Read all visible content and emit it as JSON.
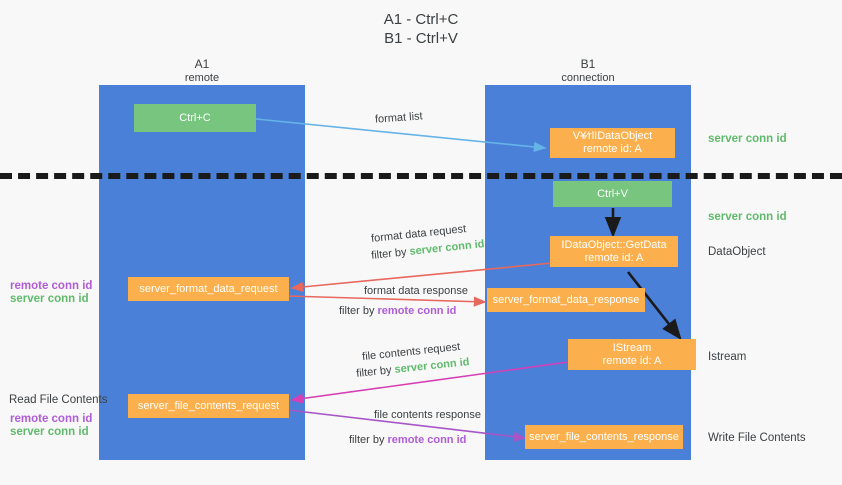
{
  "title": {
    "line1": "A1 - Ctrl+C",
    "line2": "B1 - Ctrl+V"
  },
  "lanes": [
    {
      "name": "A1",
      "sub": "remote"
    },
    {
      "name": "B1",
      "sub": "connection"
    }
  ],
  "boxes": {
    "ctrl_c": "Ctrl+C",
    "ctrl_v": "Ctrl+V",
    "idataobject_line1": "V\u0013¥⁄rlIDataObject",
    "idataobject_line2": "remote id: A",
    "getdata_line1": "IDataObject::GetData",
    "getdata_line2": "remote id: A",
    "istream_line1": "IStream",
    "istream_line2": "remote id: A",
    "server_format_data_request": "server_format_data_request",
    "server_format_data_response": "server_format_data_response",
    "server_file_contents_request": "server_file_contents_request",
    "server_file_contents_response": "server_file_contents_response"
  },
  "right_labels": {
    "server_conn_id_top": "server conn id",
    "server_conn_id_mid": "server conn id",
    "dataobject": "DataObject",
    "istream": "Istream",
    "write_file_contents": "Write File Contents"
  },
  "left_labels": {
    "remote_conn_id_1": "remote conn id",
    "server_conn_id_1": "server conn id",
    "read_file_contents": "Read File Contents",
    "remote_conn_id_2": "remote conn id",
    "server_conn_id_2": "server conn id"
  },
  "annotations": {
    "format_list": "format list",
    "format_data_request": "format data request",
    "format_data_request_filter_prefix": "filter by ",
    "format_data_request_filter_value": "server conn id",
    "format_data_response": "format data response",
    "format_data_response_filter_prefix": "filter by ",
    "format_data_response_filter_value": "remote conn id",
    "file_contents_request": "file contents request",
    "file_contents_request_filter_prefix": "filter by ",
    "file_contents_request_filter_value": "server conn id",
    "file_contents_response": "file contents response",
    "file_contents_response_filter_prefix": "filter by ",
    "file_contents_response_filter_value": "remote conn id"
  },
  "colors": {
    "lane": "#4a80d8",
    "green_box": "#77c57f",
    "orange_box": "#fbb04d",
    "green_text": "#5fbb6b",
    "purple_text": "#b05cd6",
    "arrow_blue": "#66b3e8",
    "arrow_red": "#e8685d",
    "arrow_magenta": "#d63fb5",
    "arrow_purple": "#a855c8",
    "arrow_dark": "#1a1a1a",
    "background": "#f8f8f8"
  }
}
